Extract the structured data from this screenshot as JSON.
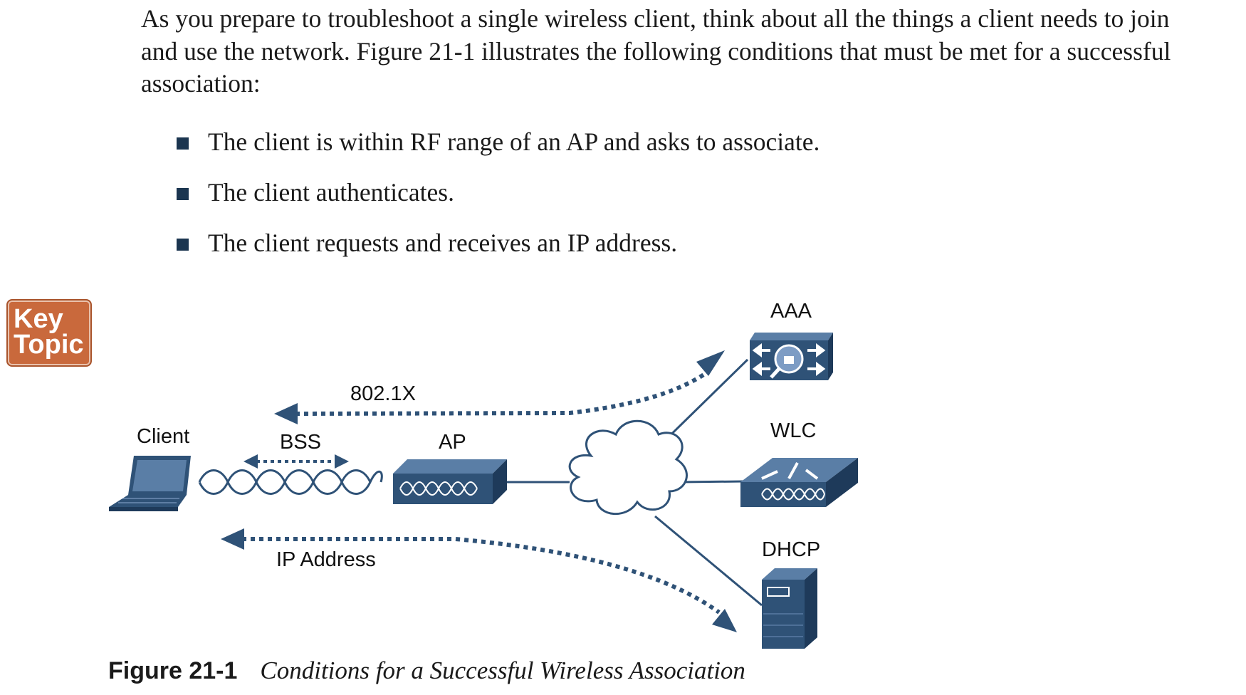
{
  "intro_text": "As you prepare to troubleshoot a single wireless client, think about all the things a client needs to join and use the network. Figure 21-1 illustrates the following conditions that must be met for a successful association:",
  "bullets": [
    "The client is within RF range of an AP and asks to associate.",
    "The client authenticates.",
    "The client requests and receives an IP address."
  ],
  "key_topic": {
    "line1": "Key",
    "line2": "Topic"
  },
  "diagram": {
    "labels": {
      "client": "Client",
      "bss": "BSS",
      "ap": "AP",
      "dot1x": "802.1X",
      "aaa": "AAA",
      "wlc": "WLC",
      "dhcp": "DHCP",
      "ip_address": "IP Address"
    },
    "colors": {
      "device": "#2f5277",
      "device_dark": "#1e3a5a",
      "line": "#2f5277",
      "cloud_stroke": "#2f5277"
    },
    "icons": [
      "laptop-icon",
      "access-point-icon",
      "cloud-icon",
      "aaa-server-icon",
      "wlc-icon",
      "dhcp-server-icon"
    ]
  },
  "caption": {
    "number": "Figure 21-1",
    "title": "Conditions for a Successful Wireless Association"
  }
}
